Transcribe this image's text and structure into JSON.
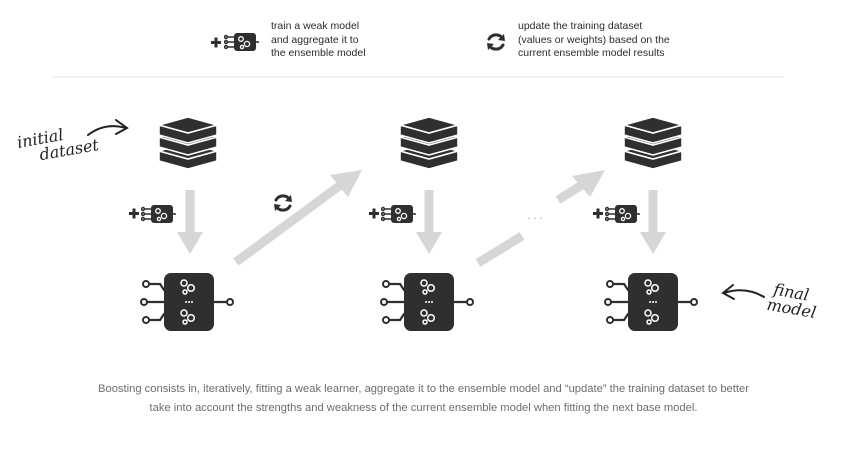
{
  "legend": {
    "train_text": [
      "train a weak model",
      "and aggregate it to",
      "the ensemble model"
    ],
    "update_text": [
      "update the training dataset",
      "(values or weights) based on the",
      "current ensemble model results"
    ]
  },
  "annotations": {
    "initial": [
      "initial",
      "dataset"
    ],
    "final": [
      "final",
      "model"
    ]
  },
  "ellipsis": "...",
  "caption": "Boosting consists in, iteratively, fitting a weak learner, aggregate it to the ensemble model and “update” the training dataset to better take into account the strengths and weakness of the current ensemble model when fitting the next base model.",
  "icons": [
    "plus-icon",
    "weak-model-icon",
    "update-cycle-icon",
    "dataset-stack-icon",
    "ensemble-model-icon",
    "arrow-icon"
  ],
  "colors": {
    "dark": "#2f2f2f",
    "arrow": "#d6d6d6",
    "divider": "#e6e6e6",
    "caption": "#6d6d6d"
  }
}
